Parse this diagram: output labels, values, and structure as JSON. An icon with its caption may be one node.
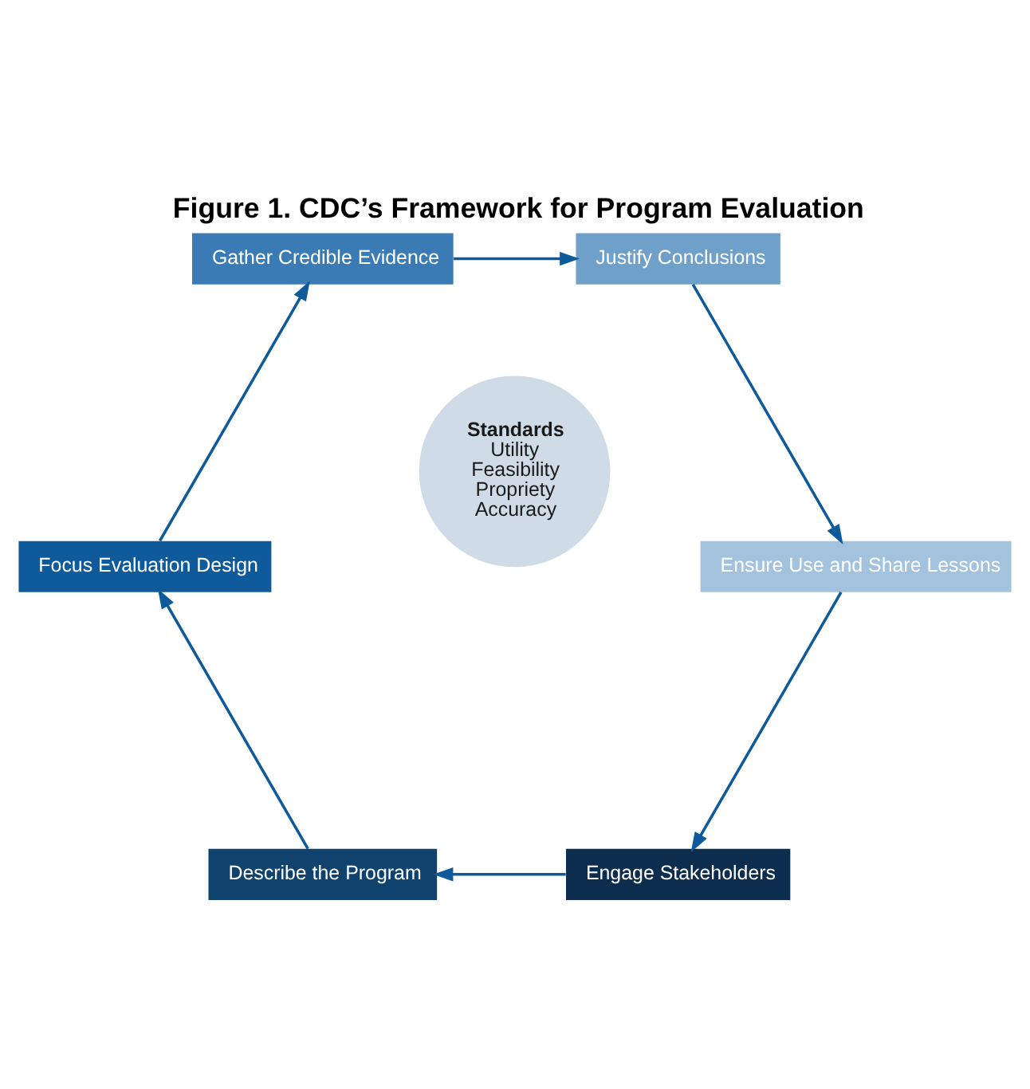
{
  "diagram": {
    "title": "Figure 1. CDC’s Framework for Program Evaluation",
    "nodes": [
      {
        "text": [
          "Engage Stakeholders"
        ]
      },
      {
        "text": [
          "Describe the Program"
        ]
      },
      {
        "text": [
          "Focus Evaluation Design"
        ]
      },
      {
        "text": [
          "Gather Credible Evidence"
        ]
      },
      {
        "text": [
          "Justify Conclusions"
        ]
      },
      {
        "text": [
          "Ensure Use and Share Lessons"
        ]
      },
      {
        "text": [
          "Standards",
          "Utility",
          "Feasibility",
          "Propriety",
          "Accuracy"
        ]
      }
    ],
    "edges": [
      {
        "from": 0,
        "to": 1,
        "arrow": "to"
      },
      {
        "from": 1,
        "to": 2,
        "arrow": "to"
      },
      {
        "from": 2,
        "to": 3,
        "arrow": "to"
      },
      {
        "from": 3,
        "to": 4,
        "arrow": "to"
      },
      {
        "from": 4,
        "to": 5,
        "arrow": "to"
      },
      {
        "from": 5,
        "to": 0,
        "arrow": "to"
      }
    ]
  }
}
